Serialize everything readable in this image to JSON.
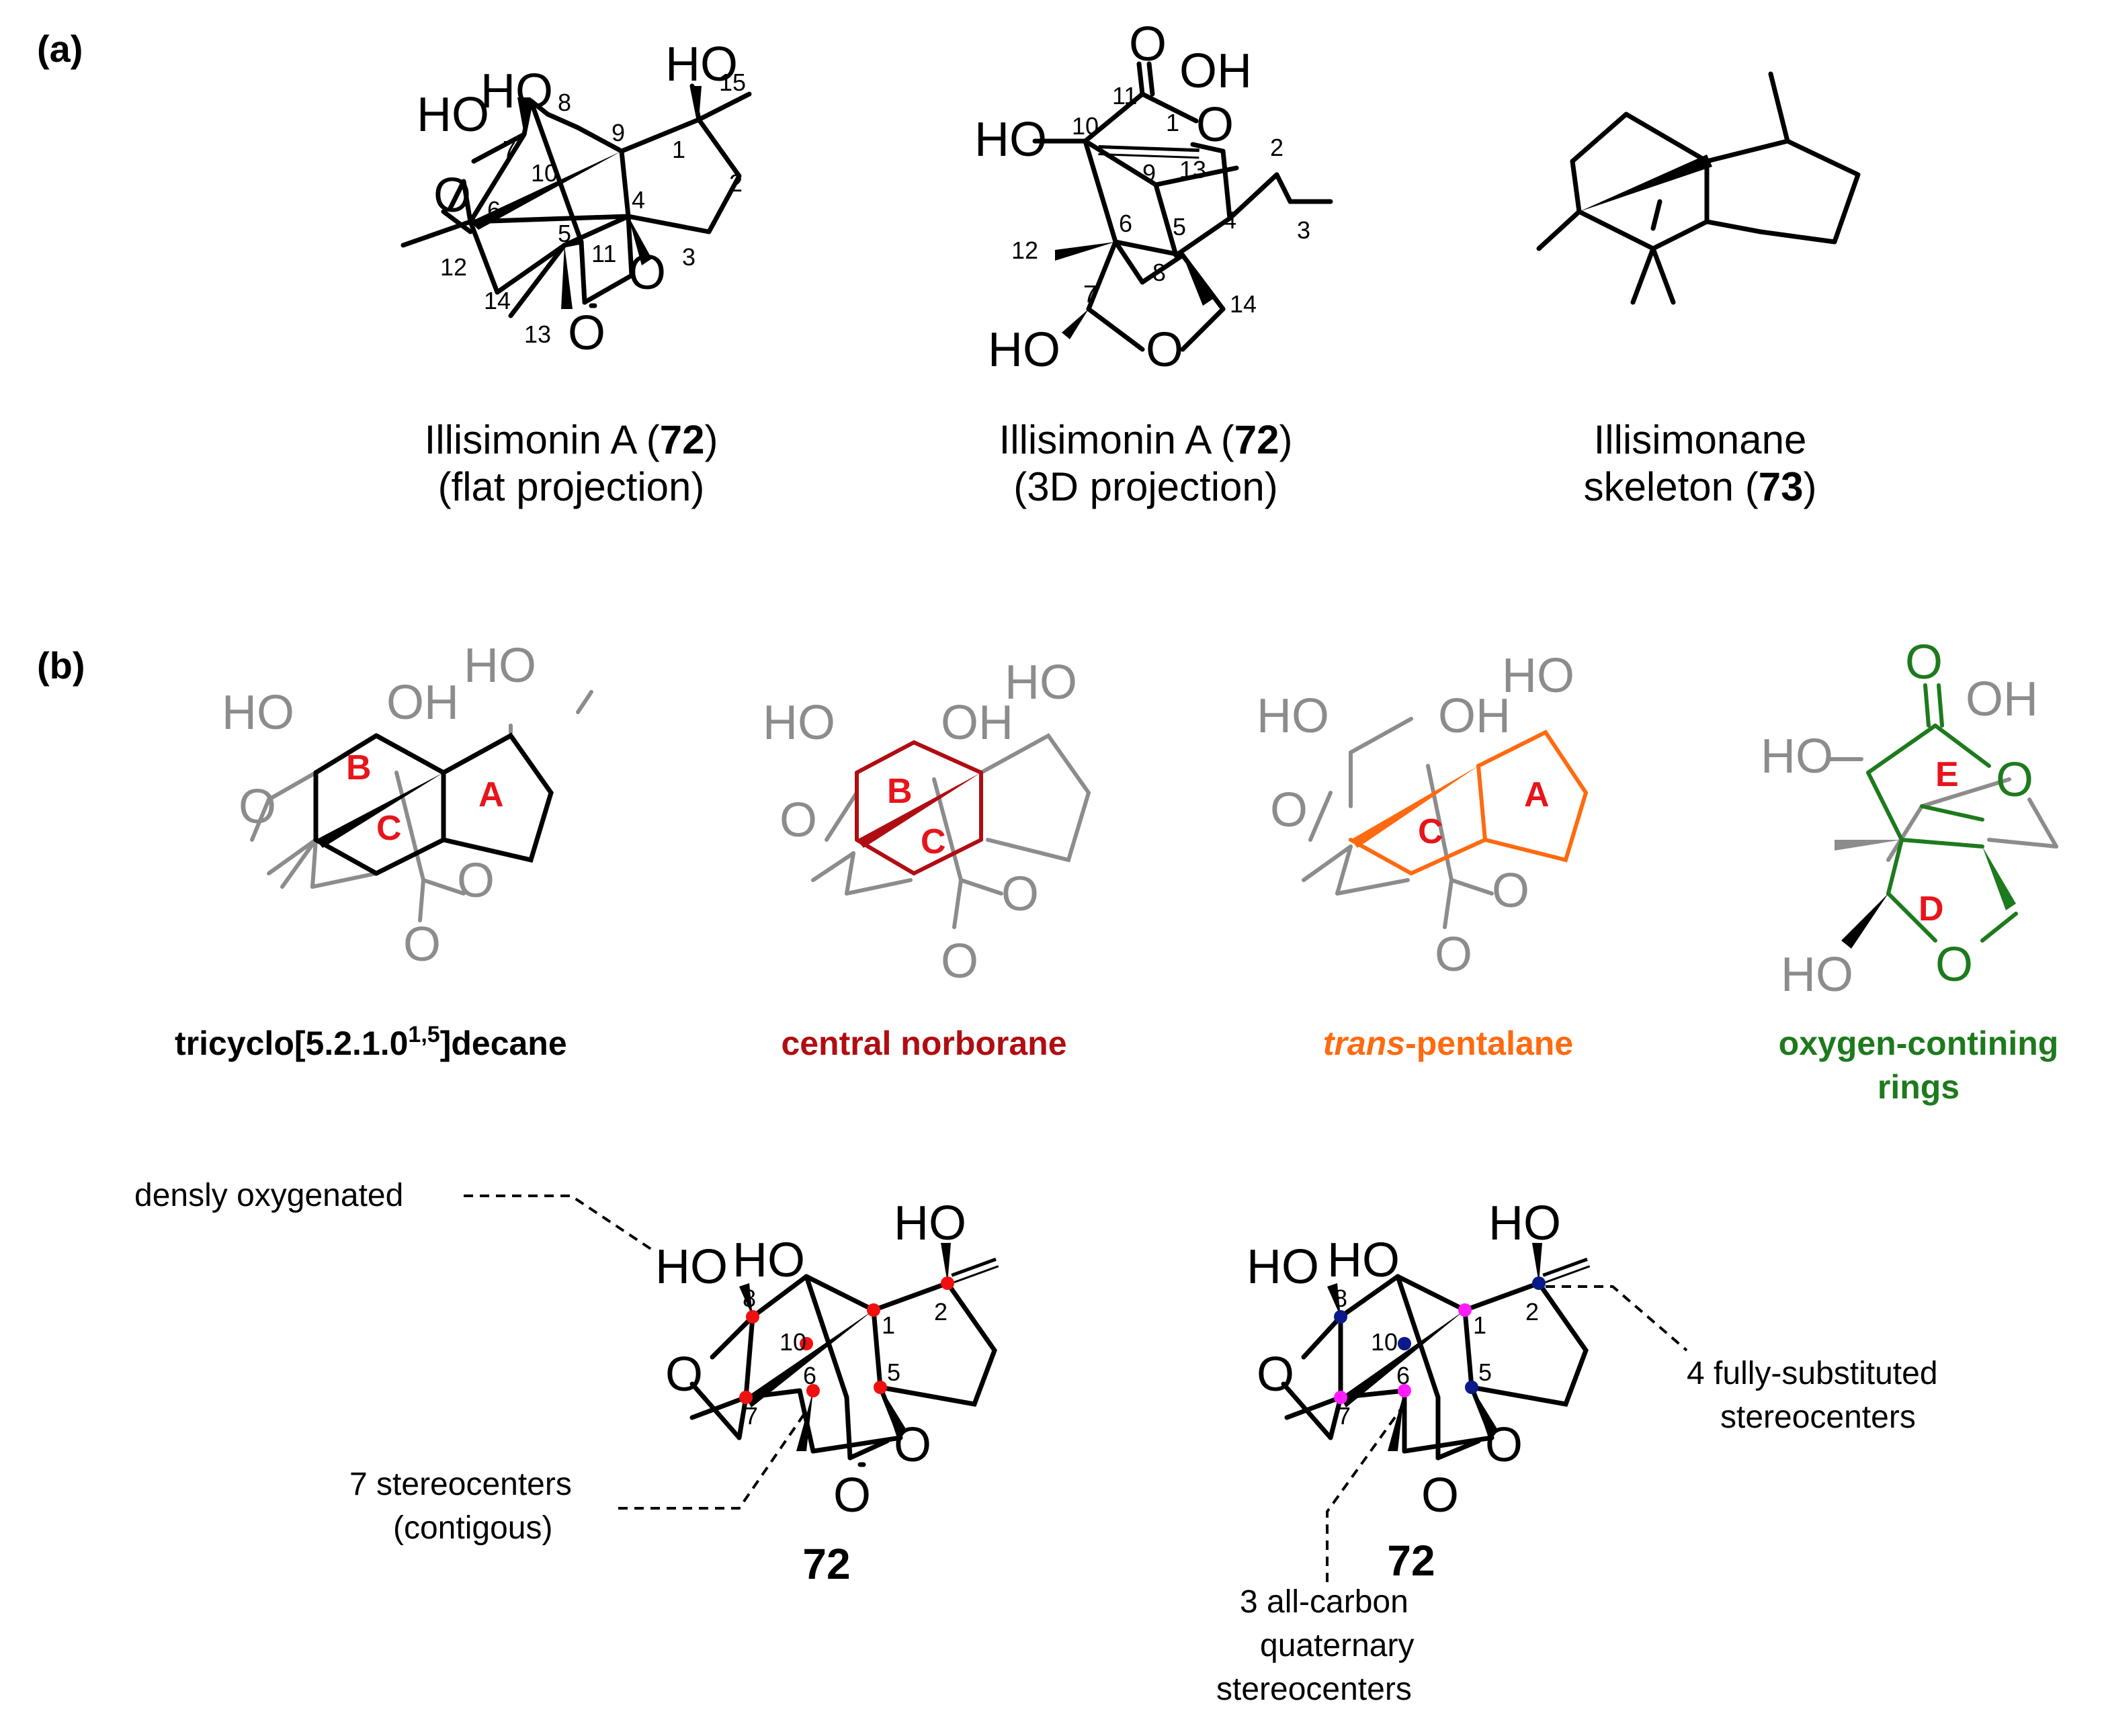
{
  "panels": {
    "a": "(a)",
    "b": "(b)"
  },
  "atoms": {
    "HO": "HO",
    "OH": "OH",
    "O": "O"
  },
  "flat": {
    "numbers": {
      "n1": "1",
      "n2": "2",
      "n3": "3",
      "n4": "4",
      "n5": "5",
      "n6": "6",
      "n7": "7",
      "n8": "8",
      "n9": "9",
      "n10": "10",
      "n11": "11",
      "n12": "12",
      "n13": "13",
      "n14": "14",
      "n15": "15"
    },
    "caption_name": "Illisimonin A (",
    "caption_bold": "72",
    "caption_close": ")",
    "caption_line2": "(flat projection)"
  },
  "three_d": {
    "numbers": {
      "n1": "1",
      "n2": "2",
      "n3": "3",
      "n4": "4",
      "n5": "5",
      "n6": "6",
      "n7": "7",
      "n8": "8",
      "n9": "9",
      "n10": "10",
      "n11": "11",
      "n12": "12",
      "n13": "13",
      "n14": "14"
    },
    "caption_name": "Illisimonin A (",
    "caption_bold": "72",
    "caption_close": ")",
    "caption_line2": "(3D projection)"
  },
  "skeleton": {
    "caption_line1": "Illisimonane",
    "caption_line2": "skeleton (",
    "caption_bold": "73",
    "caption_close": ")"
  },
  "motifs": {
    "tricyclo": {
      "text": "tricyclo[5.2.1.0",
      "sup": "1,5",
      "end": "]decane",
      "rings": [
        "A",
        "B",
        "C"
      ]
    },
    "norborane": {
      "text": "central norborane",
      "rings": [
        "B",
        "C"
      ]
    },
    "pentalane": {
      "italic": "trans",
      "text": "-pentalane",
      "rings": [
        "C",
        "A"
      ]
    },
    "oxygen": {
      "line1": "oxygen-contining",
      "line2": "rings",
      "rings": [
        "E",
        "D"
      ]
    }
  },
  "annotations": {
    "densly": "densly oxygenated",
    "seven_line1": "7 stereocenters",
    "seven_line2": "(contigous)",
    "four_line1": "4 fully-substituted",
    "four_line2": "stereocenters",
    "three_line1": "3 all-carbon",
    "three_line2": "quaternary",
    "three_line3": "stereocenters"
  },
  "bottom": {
    "left_numbers": {
      "n1": "1",
      "n2": "2",
      "n5": "5",
      "n6": "6",
      "n7": "7",
      "n8": "8",
      "n10": "10"
    },
    "right_numbers": {
      "n1": "1",
      "n2": "2",
      "n5": "5",
      "n6": "6",
      "n7": "7",
      "n8": "8",
      "n10": "10"
    },
    "compound_label": "72"
  },
  "colors": {
    "ink": "#000000",
    "grey": "#8c8c8c",
    "ring_label": "#e8141b",
    "norborane": "#b00d12",
    "pentalane": "#ff6a10",
    "oxygen": "#1d7a1d",
    "stereo_red": "#f01010",
    "stereo_navy": "#0a1a8a",
    "stereo_magenta": "#ff1cff"
  }
}
